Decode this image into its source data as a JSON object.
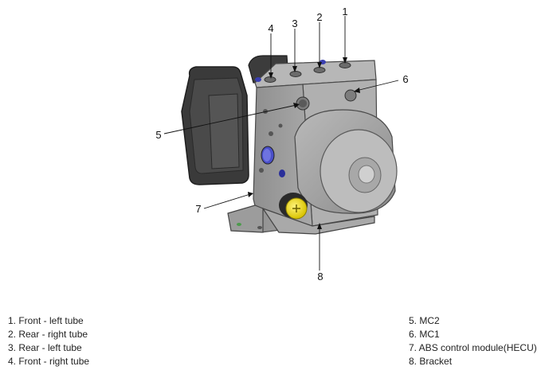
{
  "callouts": {
    "c1": "1",
    "c2": "2",
    "c3": "3",
    "c4": "4",
    "c5": "5",
    "c6": "6",
    "c7": "7",
    "c8": "8"
  },
  "legend": {
    "left": [
      "1. Front - left tube",
      "2. Rear - right tube",
      "3. Rear - left tube",
      "4. Front - right tube"
    ],
    "right": [
      "5. MC2",
      "6. MC1",
      "7. ABS control module(HECU)",
      "8. Bracket"
    ]
  }
}
